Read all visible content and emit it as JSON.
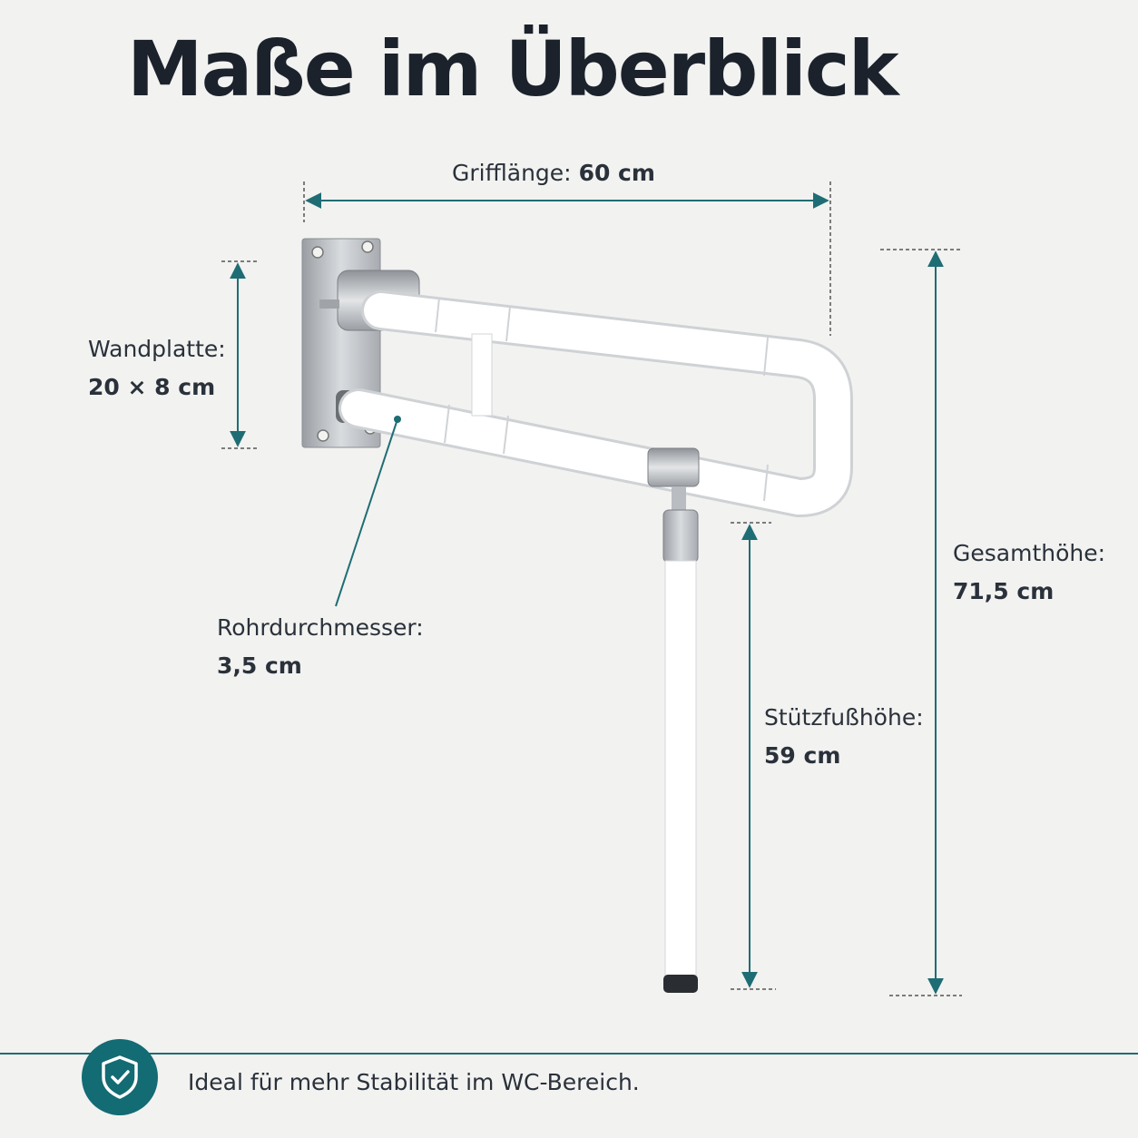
{
  "title": "Maße im Überblick",
  "dimensions": {
    "grip_length": {
      "label": "Grifflänge:",
      "value": "60 cm"
    },
    "wall_plate": {
      "label": "Wandplatte:",
      "value": "20 × 8 cm"
    },
    "tube_diameter": {
      "label": "Rohrdurchmesser:",
      "value": "3,5 cm"
    },
    "total_height": {
      "label": "Gesamthöhe:",
      "value": "71,5 cm"
    },
    "support_height": {
      "label": "Stützfußhöhe:",
      "value": "59 cm"
    }
  },
  "footer": {
    "icon": "shield-check-icon",
    "text": "Ideal für mehr Stabilität im WC-Bereich."
  },
  "colors": {
    "accent": "#136b73",
    "text": "#1f2630",
    "background": "#f2f2f1"
  }
}
